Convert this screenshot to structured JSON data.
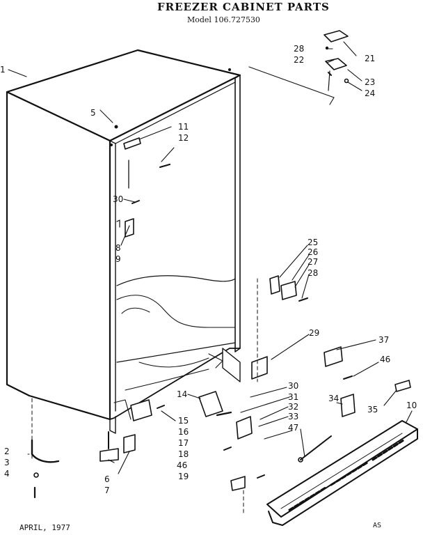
{
  "header": {
    "title": "FREEZER CABINET PARTS",
    "model": "Model 106.727530"
  },
  "footer": {
    "date": "APRIL, 1977",
    "code": "AS"
  },
  "callouts": [
    {
      "id": "c1",
      "text": "1"
    },
    {
      "id": "c2",
      "text": "2"
    },
    {
      "id": "c3",
      "text": "3"
    },
    {
      "id": "c4",
      "text": "4"
    },
    {
      "id": "c5",
      "text": "5"
    },
    {
      "id": "c6",
      "text": "6"
    },
    {
      "id": "c7",
      "text": "7"
    },
    {
      "id": "c8",
      "text": "8"
    },
    {
      "id": "c9",
      "text": "9"
    },
    {
      "id": "c10",
      "text": "10"
    },
    {
      "id": "c11",
      "text": "11"
    },
    {
      "id": "c12",
      "text": "12"
    },
    {
      "id": "c14",
      "text": "14"
    },
    {
      "id": "c15",
      "text": "15"
    },
    {
      "id": "c16",
      "text": "16"
    },
    {
      "id": "c17",
      "text": "17"
    },
    {
      "id": "c18",
      "text": "18"
    },
    {
      "id": "c19",
      "text": "19"
    },
    {
      "id": "c21",
      "text": "21"
    },
    {
      "id": "c22",
      "text": "22"
    },
    {
      "id": "c23",
      "text": "23"
    },
    {
      "id": "c24",
      "text": "24"
    },
    {
      "id": "c25",
      "text": "25"
    },
    {
      "id": "c26",
      "text": "26"
    },
    {
      "id": "c27",
      "text": "27"
    },
    {
      "id": "c28a",
      "text": "28"
    },
    {
      "id": "c28b",
      "text": "28"
    },
    {
      "id": "c29",
      "text": "29"
    },
    {
      "id": "c30a",
      "text": "30"
    },
    {
      "id": "c30b",
      "text": "30"
    },
    {
      "id": "c31",
      "text": "31"
    },
    {
      "id": "c32",
      "text": "32"
    },
    {
      "id": "c33",
      "text": "33"
    },
    {
      "id": "c34",
      "text": "34"
    },
    {
      "id": "c35",
      "text": "35"
    },
    {
      "id": "c37",
      "text": "37"
    },
    {
      "id": "c46a",
      "text": "46"
    },
    {
      "id": "c46b",
      "text": "46"
    },
    {
      "id": "c47",
      "text": "47"
    }
  ]
}
